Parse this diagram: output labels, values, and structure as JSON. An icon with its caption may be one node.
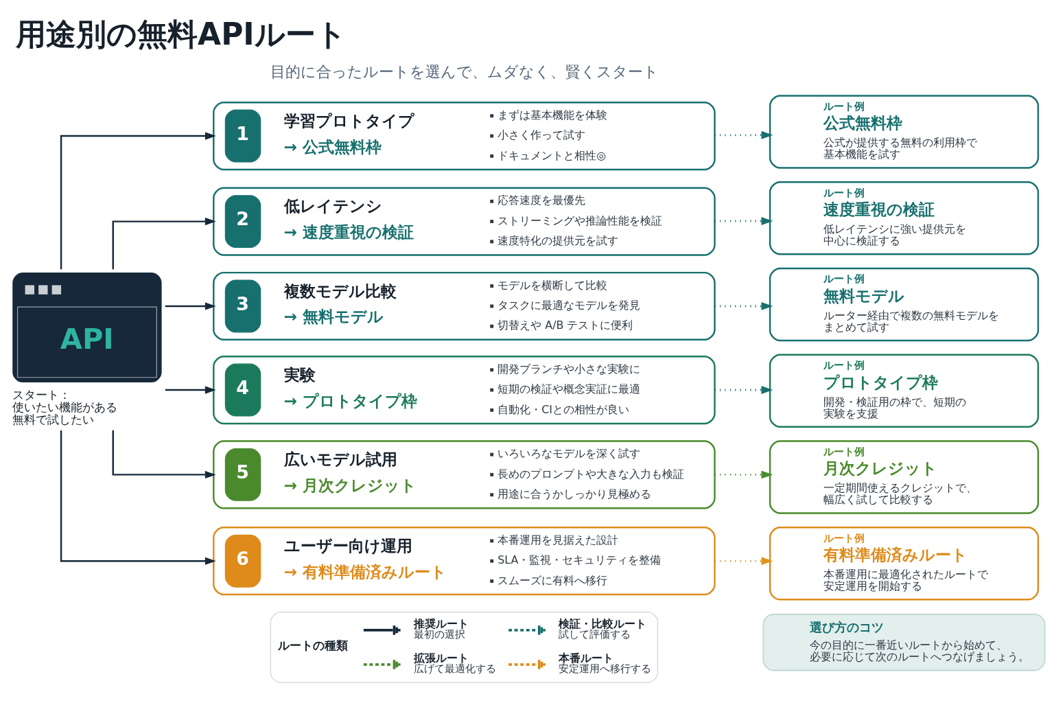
{
  "diagram": {
    "title": "用途別の無料APIルート",
    "nodes": [
      {
        "text": [
          "API"
        ],
        "beside": [
          "スタート：",
          "使いたい機能がある無料で試したい"
        ]
      },
      {
        "text": [
          "1",
          "学習プロトタイプ",
          "→ 公式無料枠",
          "まずは基本機能を体験",
          "小さく作って試す",
          "ドキュメントと相性◎"
        ]
      },
      {
        "text": [
          "ルート例",
          "公式無料枠",
          "公式が提供する無料の利用枠で基本機能を試す"
        ]
      },
      {
        "text": [
          "2",
          "低レイテンシ",
          "→ 速度重視の検証",
          "応答速度を最優先",
          "ストリーミングや推論性能を検証",
          "速度特化の提供元を試す"
        ]
      },
      {
        "text": [
          "ルート例",
          "速度重視の検証",
          "低レイテンシに強い提供元を中心に検証する"
        ]
      },
      {
        "text": [
          "3",
          "複数モデル比較",
          "→ 無料モデル",
          "モデルを横断して比較",
          "タスクに最適なモデルを発見",
          "切替えや A/B テストに便利"
        ]
      },
      {
        "text": [
          "ルート例",
          "無料モデル",
          "ルーター経由で複数の無料モデルをまとめて試す"
        ]
      },
      {
        "text": [
          "4",
          "実験",
          "→ プロトタイプ枠",
          "開発ブランチや小さな実験に",
          "短期の検証や概念実証に最適",
          "自動化・CIとの相性が良い"
        ]
      },
      {
        "text": [
          "ルート例",
          "プロトタイプ枠",
          "開発・検証用の枠で、短期の実験を支援"
        ]
      },
      {
        "text": [
          "5",
          "広いモデル試用",
          "→ 月次クレジット",
          "いろいろなモデルを深く試す",
          "長めのプロンプトや大きな入力も検証",
          "用途に合うかしっかり見極める"
        ]
      },
      {
        "text": [
          "ルート例",
          "月次クレジット",
          "一定期間使えるクレジットで、幅広く試して比較する"
        ]
      },
      {
        "text": [
          "6",
          "ユーザー向け運用",
          "→ 有料準備済みルート",
          "本番運用を見据えた設計",
          "SLA・監視・セキュリティを整備",
          "スムーズに有料へ移行"
        ]
      },
      {
        "text": [
          "ルート例",
          "有料準備済みルート",
          "本番運用に最適化されたルートで安定運用を開始する"
        ]
      },
      {
        "text": [
          "選び方のコツ",
          "今の目的に一番近いルートから始めて、必要に応じて次のルートへつなげましょう。"
        ]
      }
    ],
    "edges": [
      {
        "from": 0,
        "to": 1,
        "arrow": "to"
      },
      {
        "from": 0,
        "to": 3,
        "arrow": "to"
      },
      {
        "from": 0,
        "to": 5,
        "arrow": "to"
      },
      {
        "from": 0,
        "to": 7,
        "arrow": "to"
      },
      {
        "from": 0,
        "to": 9,
        "arrow": "to"
      },
      {
        "from": 0,
        "to": 11,
        "arrow": "to"
      },
      {
        "from": 1,
        "to": 2,
        "arrow": "to",
        "style": "dashed",
        "color": "#19706f"
      },
      {
        "from": 3,
        "to": 4,
        "arrow": "to",
        "style": "dashed",
        "color": "#19706f"
      },
      {
        "from": 5,
        "to": 6,
        "arrow": "to",
        "style": "dashed",
        "color": "#19706f"
      },
      {
        "from": 7,
        "to": 8,
        "arrow": "to",
        "style": "dashed",
        "color": "#19706f"
      },
      {
        "from": 9,
        "to": 10,
        "arrow": "to",
        "style": "dashed",
        "color": "#4b8b2f"
      },
      {
        "from": 11,
        "to": 12,
        "arrow": "to",
        "style": "dashed",
        "color": "#e0921f"
      }
    ],
    "labels": [
      "目的に合ったルートを選んで、ムダなく、賢くスタート",
      "ルートの種類",
      "最初の選択",
      "試して評価する",
      "広げて最適化する",
      "安定運用へ移行する"
    ],
    "legend": [
      {
        "text": "推奨ルート"
      },
      {
        "text": "検証・比較ルート"
      },
      {
        "text": "拡張ルート"
      },
      {
        "text": "本番ルート"
      }
    ]
  }
}
